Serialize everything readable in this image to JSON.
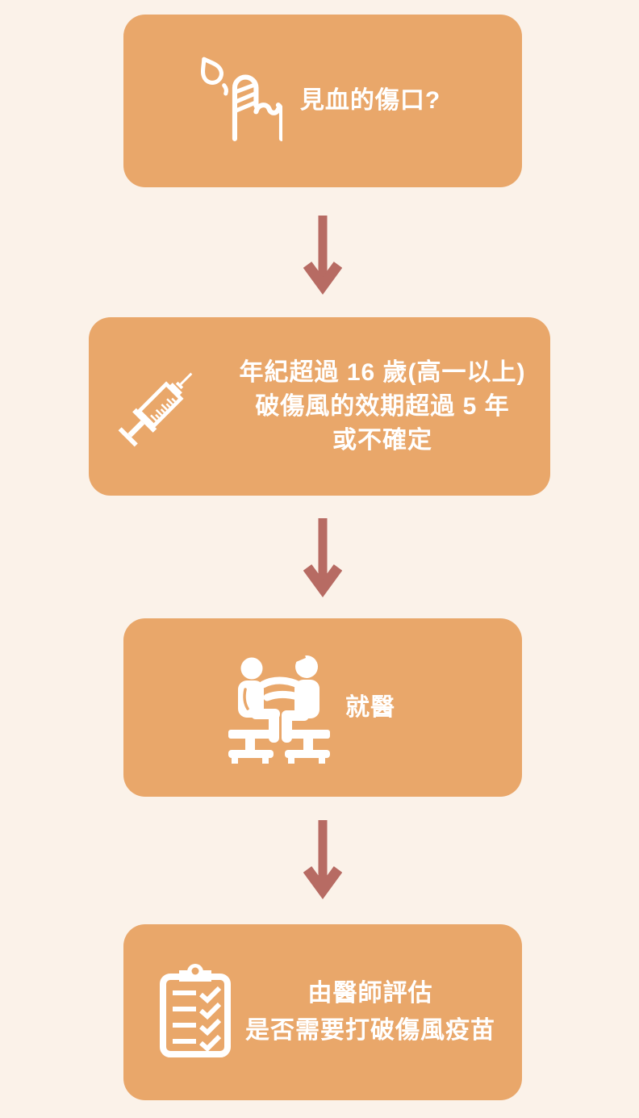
{
  "colors": {
    "page_bg": "#fbf2e9",
    "box_fill": "#e9a76a",
    "arrow": "#b76b63",
    "content": "#ffffff"
  },
  "flowchart": {
    "steps": [
      {
        "id": "wound-question",
        "icon": "bleeding-wound-icon",
        "lines": [
          "見血的傷口?"
        ]
      },
      {
        "id": "criteria",
        "icon": "syringe-icon",
        "lines": [
          "年紀超過 16 歲(高一以上)",
          "破傷風的效期超過 5 年",
          "或不確定"
        ]
      },
      {
        "id": "see-doctor",
        "icon": "doctor-visit-icon",
        "lines": [
          "就醫"
        ]
      },
      {
        "id": "doctor-assessment",
        "icon": "clipboard-checklist-icon",
        "lines": [
          "由醫師評估",
          "是否需要打破傷風疫苗"
        ]
      }
    ],
    "connectors": [
      {
        "type": "down-arrow"
      },
      {
        "type": "down-arrow"
      },
      {
        "type": "down-arrow"
      }
    ]
  }
}
